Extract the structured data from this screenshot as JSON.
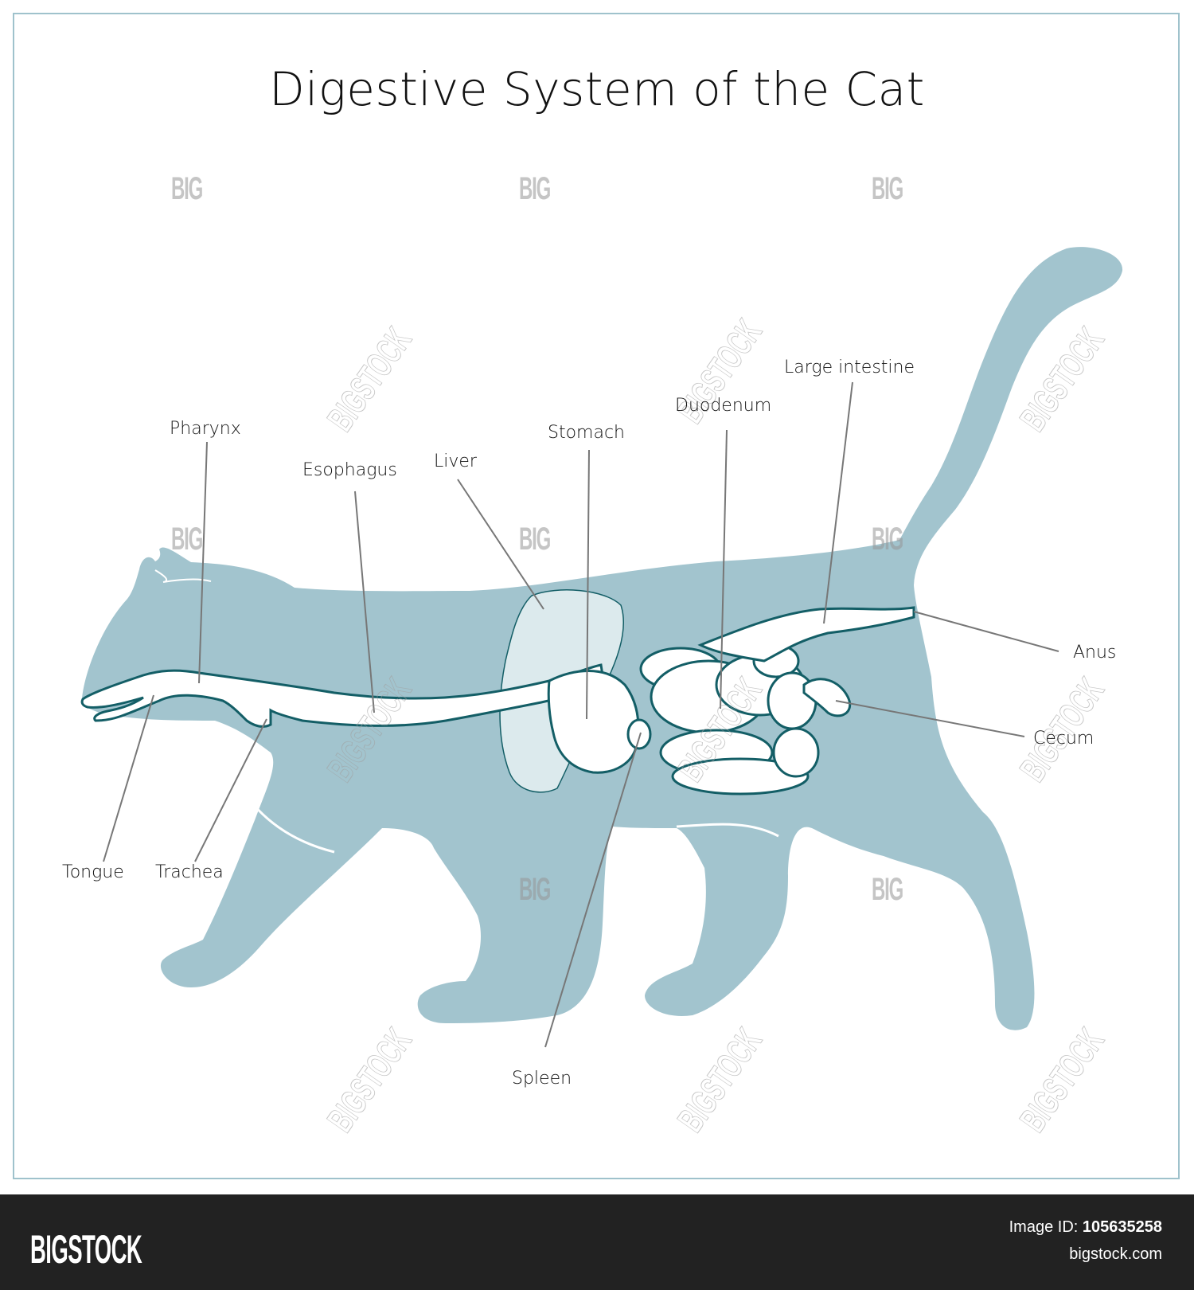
{
  "title": "Digestive System of the Cat",
  "colors": {
    "body": "#a2c4ce",
    "liver": "#dceaed",
    "organ_fill": "#ffffff",
    "organ_outline": "#135e66",
    "leader_line": "#777777",
    "frame": "#9fc2cc",
    "footer_bg": "#222222"
  },
  "labels": [
    {
      "id": "pharynx",
      "text": "Pharynx"
    },
    {
      "id": "esophagus",
      "text": "Esophagus"
    },
    {
      "id": "liver",
      "text": "Liver"
    },
    {
      "id": "stomach",
      "text": "Stomach"
    },
    {
      "id": "duodenum",
      "text": "Duodenum"
    },
    {
      "id": "large_intestine",
      "text": "Large intestine"
    },
    {
      "id": "anus",
      "text": "Anus"
    },
    {
      "id": "cecum",
      "text": "Cecum"
    },
    {
      "id": "tongue",
      "text": "Tongue"
    },
    {
      "id": "trachea",
      "text": "Trachea"
    },
    {
      "id": "spleen",
      "text": "Spleen"
    }
  ],
  "watermark": {
    "short": "BIG",
    "long": "BIGSTOCK"
  },
  "footer": {
    "brand": "BIGSTOCK",
    "image_id_label": "Image ID:",
    "image_id": "105635258",
    "site": "bigstock.com"
  }
}
